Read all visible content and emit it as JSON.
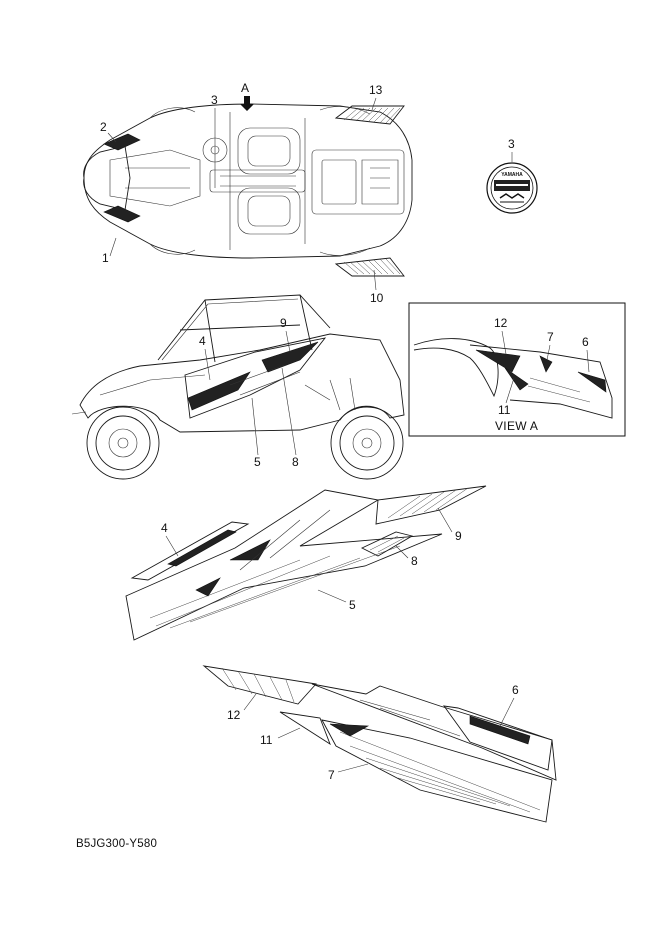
{
  "callouts": {
    "c1": "1",
    "c2": "2",
    "c3_top": "3",
    "c3_badge": "3",
    "c4": "4",
    "c5": "5",
    "c6": "6",
    "c7": "7",
    "c8": "8",
    "c9": "9",
    "c10": "10",
    "c11": "11",
    "c12": "12",
    "c13": "13",
    "c4_lower": "4",
    "c5_lower": "5",
    "c8_lower": "8",
    "c9_lower": "9",
    "c6_lower": "6",
    "c7_lower": "7",
    "c11_lower": "11",
    "c12_lower": "12",
    "arrow_a": "A"
  },
  "view_a_label": "VIEW A",
  "badge": {
    "brand": "YAMAHA"
  },
  "diagram_code": "B5JG300-Y580"
}
